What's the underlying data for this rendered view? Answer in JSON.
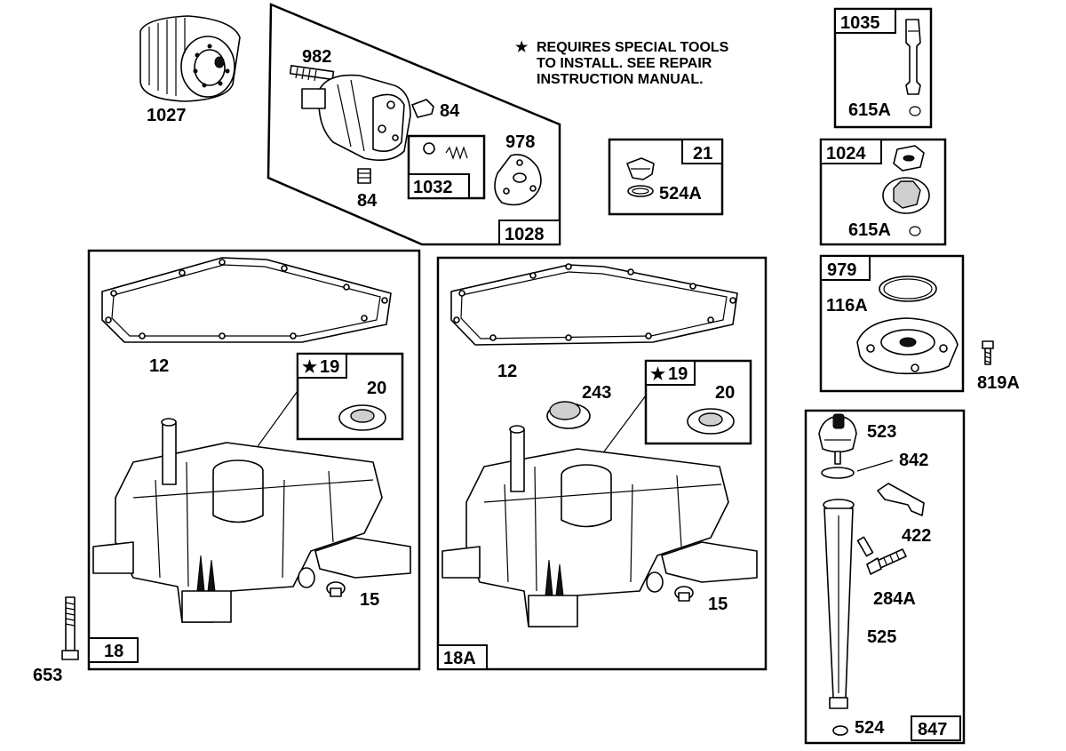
{
  "note": {
    "star": "★",
    "lines": [
      "REQUIRES SPECIAL TOOLS",
      "TO INSTALL.  SEE REPAIR",
      "INSTRUCTION MANUAL."
    ]
  },
  "parts": {
    "p1027": "1027",
    "p982": "982",
    "p84a": "84",
    "p84b": "84",
    "p978": "978",
    "p1032": "1032",
    "p1028": "1028",
    "p21": "21",
    "p524A": "524A",
    "p1035": "1035",
    "p615A_a": "615A",
    "p1024": "1024",
    "p615A_b": "615A",
    "p979": "979",
    "p116A": "116A",
    "p819A": "819A",
    "p12a": "12",
    "p19a": "19",
    "p20a": "20",
    "p15a": "15",
    "p18": "18",
    "p653": "653",
    "p12b": "12",
    "p243": "243",
    "p19b": "19",
    "p20b": "20",
    "p15b": "15",
    "p18A": "18A",
    "p523": "523",
    "p842": "842",
    "p422": "422",
    "p284A": "284A",
    "p525": "525",
    "p524": "524",
    "p847": "847"
  },
  "star_symbol": "★"
}
